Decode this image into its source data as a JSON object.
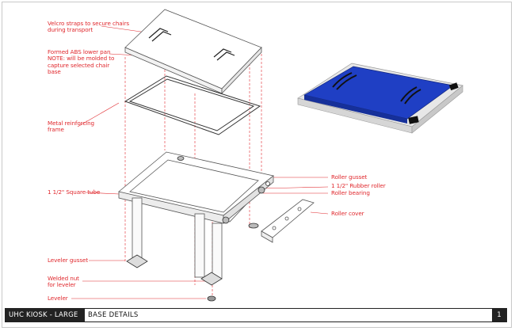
{
  "callouts": {
    "velcro": "Velcro straps to secure chairs\nduring  transport",
    "pan": "Formed ABS lower pan\nNOTE: will be molded to\ncapture selected chair\nbase",
    "frame": "Metal reinforcing\nframe",
    "tube": "1 1/2\" Square tube",
    "leveler_gusset": "Leveler gusset",
    "nut": "Welded nut\nfor leveler",
    "leveler": "Leveler",
    "roller_gusset": "Roller gusset",
    "rubber_roller": "1 1/2\" Rubber roller",
    "roller_bearing": "Roller bearing",
    "roller_cover": "Roller cover"
  },
  "title_block": {
    "project": "UHC KIOSK - LARGE",
    "title": "BASE DETAILS",
    "page": "1"
  },
  "colors": {
    "callout": "#e0282d",
    "linework": "#444444",
    "render_blue": "#1f3fc4"
  }
}
